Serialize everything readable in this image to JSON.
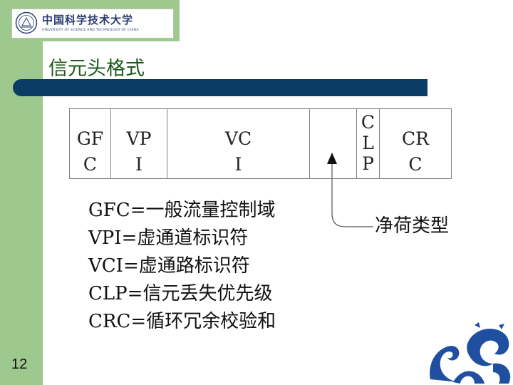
{
  "header": {
    "university_cn": "中国科学技术大学",
    "university_en": "UNIVERSITY OF SCIENCE AND TECHNOLOGY OF CHINA"
  },
  "slide": {
    "title": "信元头格式",
    "page_number": "12"
  },
  "cell_fields": [
    {
      "lines": [
        "GF",
        "C"
      ]
    },
    {
      "lines": [
        "VP",
        "I"
      ]
    },
    {
      "lines": [
        "VC",
        "I"
      ]
    },
    {
      "lines": [
        ""
      ]
    },
    {
      "lines": [
        "C",
        "L",
        "P"
      ]
    },
    {
      "lines": [
        "CR",
        "C"
      ]
    }
  ],
  "definitions": [
    "GFC=一般流量控制域",
    "VPI=虚通道标识符",
    "VCI=虚通路标识符",
    "CLP=信元丢失优先级",
    "CRC=循环冗余校验和"
  ],
  "payload_type_label": "净荷类型",
  "colors": {
    "sidebar": "#9dc98f",
    "bar": "#0c3b66",
    "title": "#1a5a1a",
    "dragon": "#1f4fa0"
  }
}
